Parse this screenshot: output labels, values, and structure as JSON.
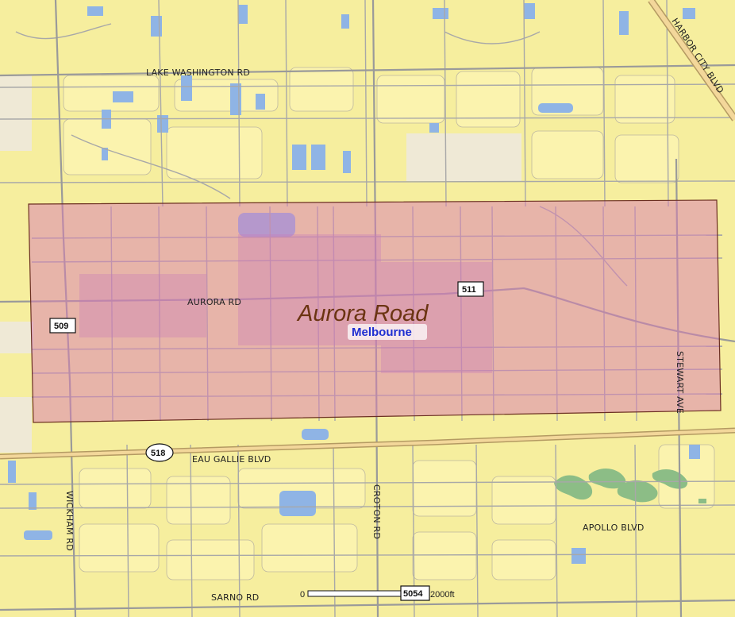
{
  "map": {
    "highlight_area": {
      "title": "Aurora Road",
      "city": "Melbourne"
    },
    "colors": {
      "land": "#f6ee9e",
      "block": "#fbf3ae",
      "street": "#a8a8a8",
      "arterial": "#9a9a9a",
      "highway_casing": "#b49a62",
      "highway_fill": "#f3d79a",
      "water": "#8fb4e5",
      "park": "#8cbd86",
      "institutional": "#efe9d6",
      "highlight_fill": "#d97fb5",
      "highlight_stroke": "#6b2f22",
      "title_text": "#6b3412",
      "city_text": "#1f2fd1"
    },
    "roads": {
      "lake_washington": "LAKE WASHINGTON RD",
      "aurora": "AURORA RD",
      "eau_gallie": "EAU GALLIE BLVD",
      "wickham": "WICKHAM RD",
      "croton": "CROTON RD",
      "apollo": "APOLLO BLVD",
      "sarno": "SARNO RD",
      "stewart": "STEWART AVE",
      "harbor_city": "HARBOR CITY BLVD"
    },
    "shields": {
      "r509": "509",
      "r511": "511",
      "r518": "518",
      "r5054": "5054"
    },
    "scale_bar": {
      "start_label": "0",
      "end_label": "2000ft"
    }
  }
}
